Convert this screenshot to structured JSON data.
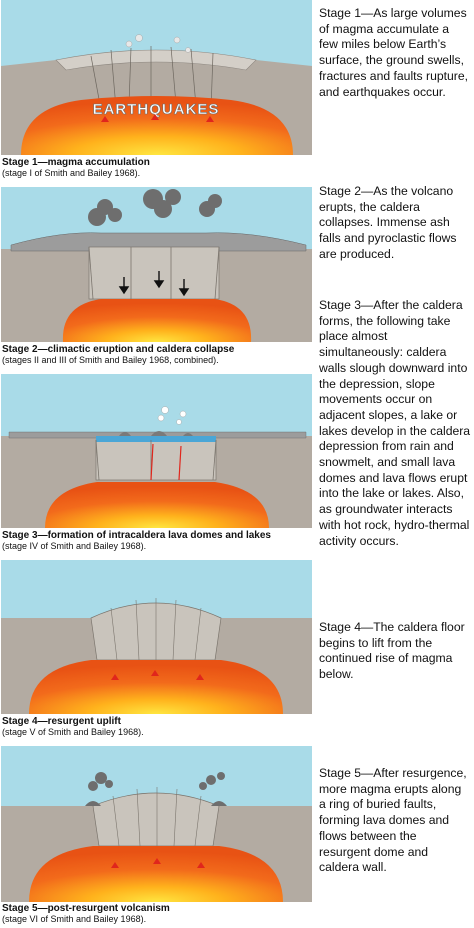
{
  "diagram": {
    "earthquakes_label": "EARTHQUAKES",
    "stages": [
      {
        "caption_title": "Stage 1—magma accumulation",
        "caption_sub": "(stage I of Smith and Bailey 1968).",
        "description": "Stage 1—As large volumes of magma accumulate a few miles below Earth’s surface, the ground swells, fractures and faults rupture, and earthquakes occur."
      },
      {
        "caption_title": "Stage 2—climactic eruption and caldera collapse",
        "caption_sub": "(stages II and III of Smith and Bailey 1968, combined).",
        "description": "Stage 2—As the volcano erupts, the caldera collapses. Immense ash falls and pyroclastic flows are produced."
      },
      {
        "caption_title": "Stage 3—formation of intracaldera lava domes and lakes",
        "caption_sub": "(stage IV of Smith and Bailey 1968).",
        "description": "Stage 3—After the caldera forms, the following take place almost simultaneously: caldera walls slough downward into the depression, slope movements occur on adjacent slopes, a lake or lakes develop in the caldera depression from rain and snowmelt, and small lava domes and lava flows erupt into the lake or lakes. Also, as groundwater interacts with hot rock, hydro-thermal activity occurs."
      },
      {
        "caption_title": "Stage 4—resurgent uplift",
        "caption_sub": "(stage V of Smith and Bailey 1968).",
        "description": "Stage 4—The caldera floor begins to lift from the continued rise of magma below."
      },
      {
        "caption_title": "Stage 5—post-resurgent volcanism",
        "caption_sub": "(stage VI of Smith and Bailey 1968).",
        "description": "Stage 5—After resurgence, more magma erupts along a ring of buried faults, forming lava domes and flows between the resurgent dome and caldera wall."
      }
    ]
  },
  "colors": {
    "sky": "#a9dbe8",
    "ground": "#b3aba2",
    "fill_rock": "#c9c4bc",
    "magma_outer": "#f26a1b",
    "magma_core": "#ffd21c",
    "ash": "#6e6e6e",
    "lake": "#4aa6d6"
  }
}
